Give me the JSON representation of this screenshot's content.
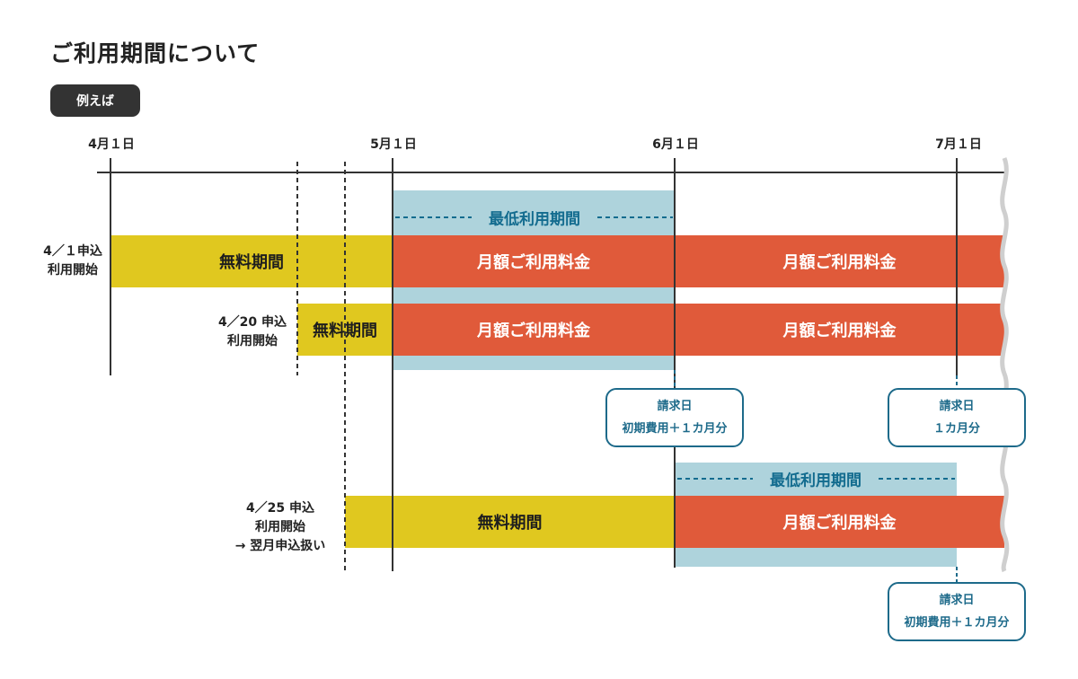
{
  "title": "ご利用期間について",
  "badge": "例えば",
  "dates": [
    "4月１日",
    "5月１日",
    "6月１日",
    "7月１日"
  ],
  "rows": [
    {
      "label_line1": "4／１申込",
      "label_line2": "利用開始",
      "free_label": "無料期間",
      "fee_labels": [
        "月額ご利用料金",
        "月額ご利用料金"
      ]
    },
    {
      "label_line1": "4／20 申込",
      "label_line2": "利用開始",
      "free_label": "無料期間",
      "fee_labels": [
        "月額ご利用料金",
        "月額ご利用料金"
      ]
    },
    {
      "label_line1": "4／25 申込",
      "label_line2": "利用開始",
      "label_line3": "→ 翌月申込扱い",
      "free_label": "無料期間",
      "fee_labels": [
        "月額ご利用料金"
      ]
    }
  ],
  "min_period_label": "最低利用期間",
  "bills": [
    {
      "line1": "請求日",
      "line2": "初期費用＋１カ月分"
    },
    {
      "line1": "請求日",
      "line2": "１カ月分"
    },
    {
      "line1": "請求日",
      "line2": "初期費用＋１カ月分"
    }
  ],
  "colors": {
    "free": "#e0c81f",
    "fee": "#e05a3a",
    "minimum_period": "#aed3dc",
    "billing": "#1d6a8a"
  }
}
